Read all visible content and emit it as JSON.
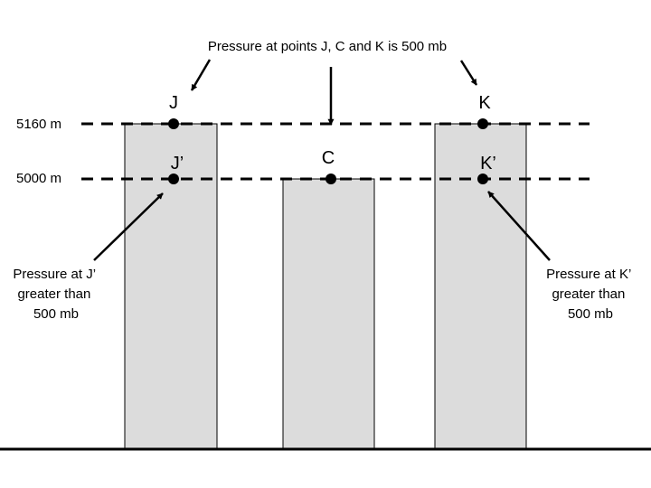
{
  "title": "Pressure at points J, C and K is 500 mb",
  "levels": {
    "upper": "5160 m",
    "lower": "5000 m"
  },
  "points": {
    "j": "J",
    "j_prime": "J’",
    "c": "C",
    "k": "K",
    "k_prime": "K’"
  },
  "notes": {
    "left": [
      "Pressure at J’",
      "greater than",
      "500 mb"
    ],
    "right": [
      "Pressure at K’",
      "greater than",
      "500 mb"
    ]
  },
  "colors": {
    "column_fill": "#dcdcdc",
    "ink": "#000000"
  }
}
